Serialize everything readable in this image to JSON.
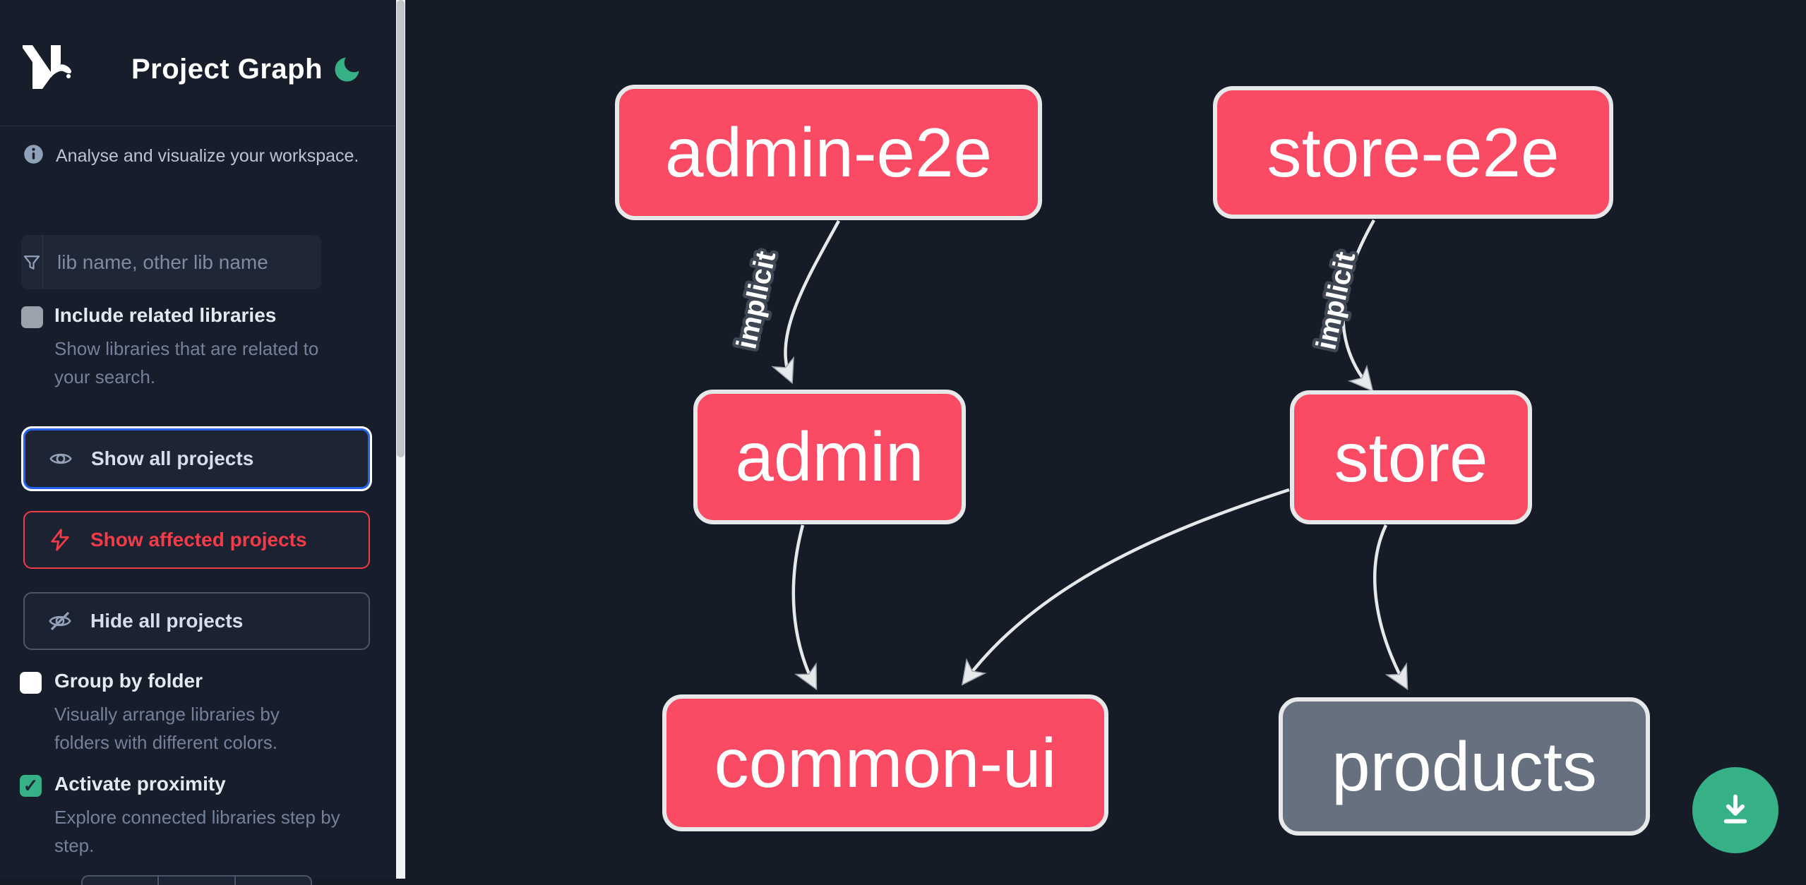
{
  "app": {
    "title": "Project Graph",
    "logo": "Nx"
  },
  "sidebar": {
    "tagline": "Analyse and visualize your workspace.",
    "search": {
      "placeholder": "lib name, other lib name",
      "value": ""
    },
    "options": [
      {
        "label": "Include related libraries",
        "description": "Show libraries that are related to your search.",
        "checked": false
      },
      {
        "label": "Group by folder",
        "description": "Visually arrange libraries by folders with different colors.",
        "checked": false
      },
      {
        "label": "Activate proximity",
        "description": "Explore connected libraries step by step.",
        "checked": true
      }
    ],
    "actions": [
      {
        "label": "Show all projects",
        "icon": "eye-icon",
        "state": "focused"
      },
      {
        "label": "Show affected projects",
        "icon": "bolt-icon",
        "state": "danger"
      },
      {
        "label": "Hide all projects",
        "icon": "eye-off-icon",
        "state": "default"
      }
    ]
  },
  "graph": {
    "nodes": [
      {
        "id": "admin-e2e",
        "label": "admin-e2e",
        "kind": "highlighted"
      },
      {
        "id": "store-e2e",
        "label": "store-e2e",
        "kind": "highlighted"
      },
      {
        "id": "admin",
        "label": "admin",
        "kind": "highlighted"
      },
      {
        "id": "store",
        "label": "store",
        "kind": "highlighted"
      },
      {
        "id": "common-ui",
        "label": "common-ui",
        "kind": "highlighted"
      },
      {
        "id": "products",
        "label": "products",
        "kind": "muted"
      }
    ],
    "edges": [
      {
        "from": "admin-e2e",
        "to": "admin",
        "label": "implicit"
      },
      {
        "from": "store-e2e",
        "to": "store",
        "label": "implicit"
      },
      {
        "from": "admin",
        "to": "common-ui",
        "label": ""
      },
      {
        "from": "store",
        "to": "common-ui",
        "label": ""
      },
      {
        "from": "store",
        "to": "products",
        "label": ""
      }
    ]
  },
  "colors": {
    "accent_green": "#35b185",
    "node_pink": "#fb4a63",
    "node_gray": "#66707f",
    "focus_blue": "#2563eb",
    "danger_red": "#f43b47",
    "edge": "#e6e8e9"
  },
  "fab": {
    "icon": "download-icon"
  }
}
